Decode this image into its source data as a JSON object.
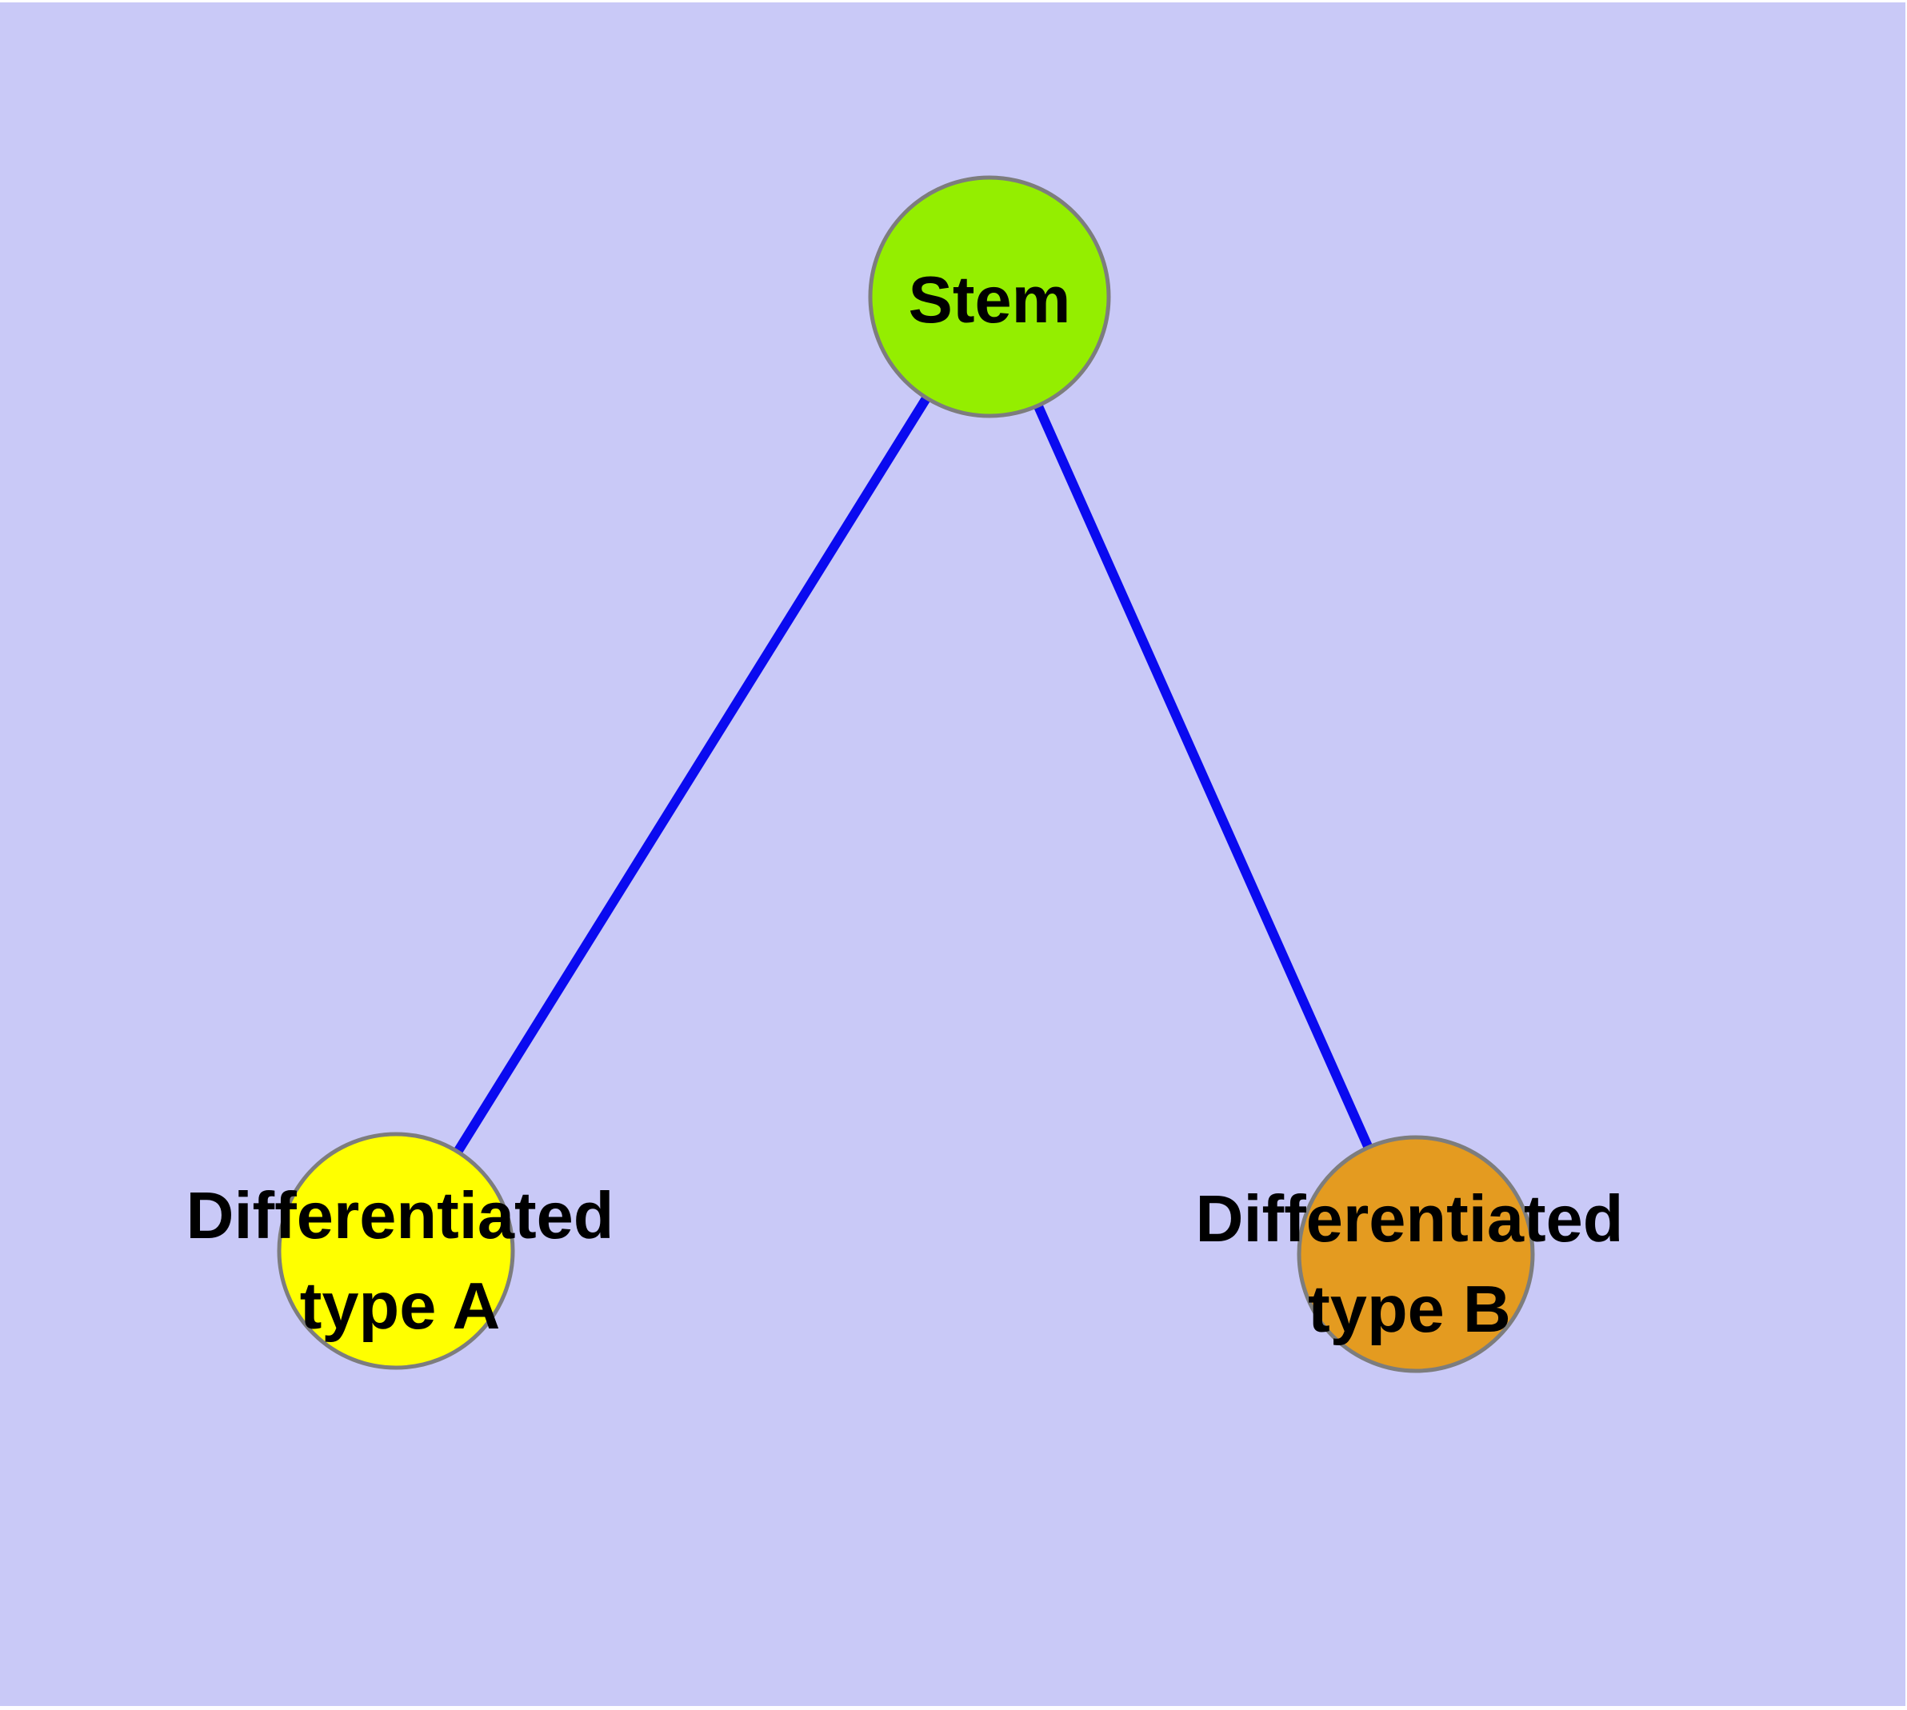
{
  "diagram": {
    "title": "cell-differentiation-graph",
    "page_background_color": "#ffffff",
    "plot_background_color": "#c9c9f7",
    "edge_color": "#0a0af0",
    "node_border_color": "#7d7d7d",
    "label_color": "#000000",
    "nodes": [
      {
        "id": "stem",
        "label": "Stem",
        "fill": "#94ee00"
      },
      {
        "id": "differentiated-type-a",
        "label_line1": "Differentiated",
        "label_line2": "type A",
        "fill": "#ffff00"
      },
      {
        "id": "differentiated-type-b",
        "label_line1": "Differentiated",
        "label_line2": "type B",
        "fill": "#e49b20"
      }
    ],
    "edges": [
      {
        "from": "stem",
        "to": "differentiated-type-a"
      },
      {
        "from": "stem",
        "to": "differentiated-type-b"
      }
    ]
  }
}
